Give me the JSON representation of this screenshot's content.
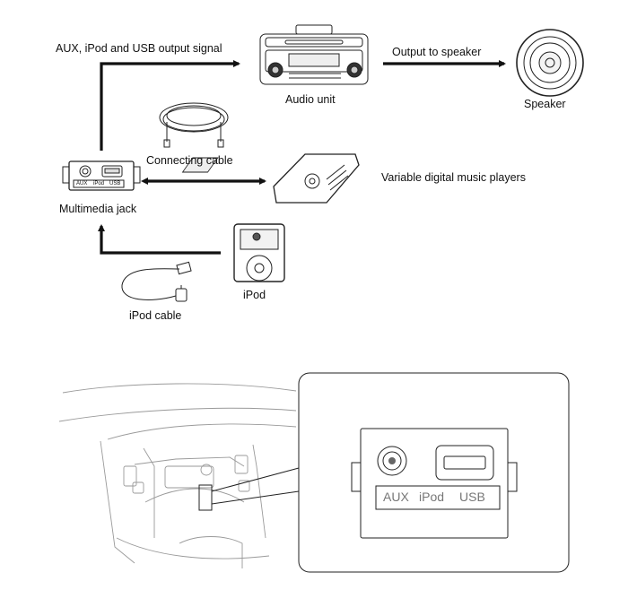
{
  "labels": {
    "output_signal": "AUX, iPod and USB output signal",
    "output_speaker": "Output to speaker",
    "audio_unit": "Audio unit",
    "speaker": "Speaker",
    "connecting_cable": "Connecting cable",
    "variable_players": "Variable digital music players",
    "multimedia_jack": "Multimedia jack",
    "ipod": "iPod",
    "ipod_cable": "iPod cable"
  },
  "jack_panel": {
    "aux": "AUX",
    "ipod": "iPod",
    "usb": "USB"
  }
}
